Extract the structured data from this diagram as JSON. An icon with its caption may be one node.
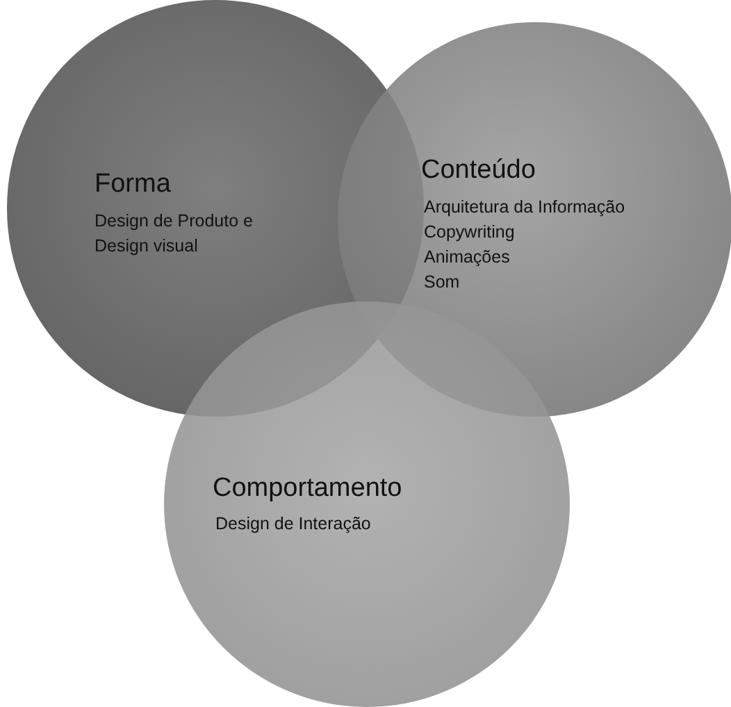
{
  "diagram": {
    "nodes": [
      {
        "text": [
          "Forma",
          "Design de Produto e Design visual"
        ]
      },
      {
        "text": [
          "Conteúdo",
          "Arquitetura da Informação",
          "Copywriting",
          "Animações",
          "Som"
        ]
      },
      {
        "text": [
          "Comportamento",
          "Design de Interação"
        ]
      }
    ]
  }
}
